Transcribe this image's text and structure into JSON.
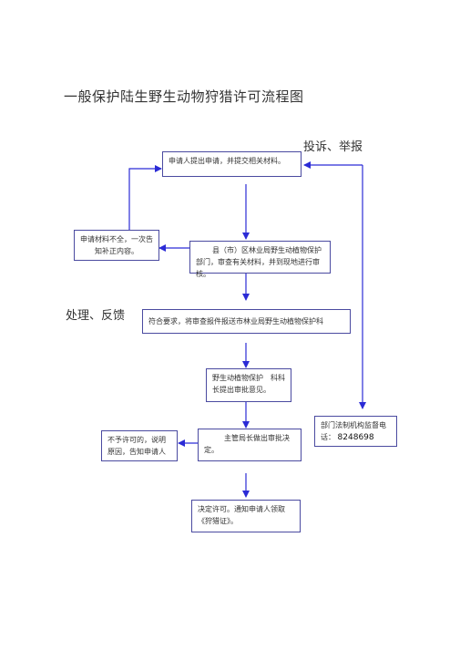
{
  "title": "一般保护陆生野生动物狩猎许可流程图",
  "labels": {
    "complaint": "投诉、举报",
    "handling": "处理、反馈"
  },
  "nodes": {
    "apply": "申请人提出申请，并提交相关材料。",
    "incomplete": "申请材料不全，一次告知补正内容。",
    "review": "县（市）区林业局野生动植物保护部门，审查有关材料，并到现地进行审核。",
    "forward": "符合要求，将审查报件报送市林业局野生动植物保护科",
    "section_chief": "野生动植物保护　科科长提出审批意见。",
    "deny": "不予许可的，说明原因，告知申请人",
    "director": "主管局长做出审批决定。",
    "permit": "决定许可。通知申请人领取《狩猎证》。",
    "supervision": "部门法制机构监督电话："
  },
  "phone": "8248698",
  "colors": {
    "line": "#2b2bd6",
    "border": "#4a4aa0"
  }
}
